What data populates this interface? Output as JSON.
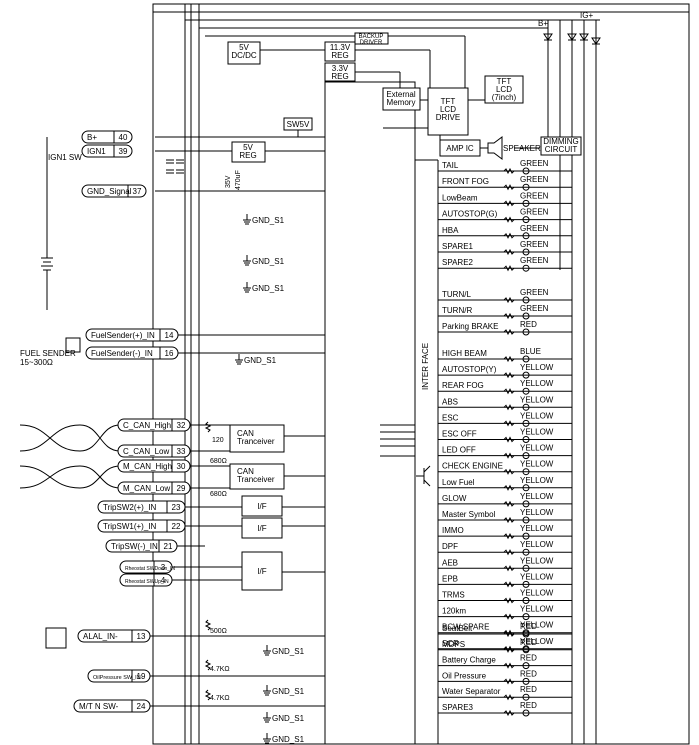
{
  "top": {
    "ig_plus": "IG+",
    "b_plus": "B+"
  },
  "connectors": [
    {
      "label": "B+",
      "pin": "40"
    },
    {
      "label": "IGN1",
      "pin": "39"
    },
    {
      "label": "GND_Signal",
      "pin": "37"
    },
    {
      "label": "FuelSender(+)_IN",
      "pin": "14"
    },
    {
      "label": "FuelSender(-)_IN",
      "pin": "16"
    },
    {
      "label": "C_CAN_High",
      "pin": "32"
    },
    {
      "label": "C_CAN_Low",
      "pin": "33"
    },
    {
      "label": "M_CAN_High",
      "pin": "30"
    },
    {
      "label": "M_CAN_Low",
      "pin": "29"
    },
    {
      "label": "TripSW2(+)_IN",
      "pin": "23"
    },
    {
      "label": "TripSW1(+)_IN",
      "pin": "22"
    },
    {
      "label": "TripSW(-)_IN",
      "pin": "21"
    },
    {
      "label": "Rheostat SWDown_IN",
      "pin": "3"
    },
    {
      "label": "Rheostat SWUp_IN",
      "pin": "4"
    },
    {
      "label": "ALAL_IN-",
      "pin": "13"
    },
    {
      "label": "OilPressure SW_IN-",
      "pin": "19"
    },
    {
      "label": "M/T N SW-",
      "pin": "24"
    }
  ],
  "left_labels": {
    "ign1_sw": "IGN1 SW",
    "fuel_sender": "FUEL SENDER",
    "fuel_range": "15~300Ω"
  },
  "blocks": {
    "dcdc": "5V\nDC/DC",
    "reg113": "11.3V\nREG",
    "reg33": "3.3V\nREG",
    "backup": "BACKUP\nDRIVER",
    "ext_mem": "External\nMemory",
    "tft_drive": "TFT\nLCD\nDRIVE",
    "tft_lcd": "TFT\nLCD\n(7inch)",
    "sw5v": "SW5V",
    "reg5v": "5V\nREG",
    "amp": "AMP IC",
    "speaker": "SPEAKER",
    "dimming": "DIMMING\nCIRCUIT",
    "can1": "CAN\nTranceiver",
    "can2": "CAN\nTranceiver",
    "if1": "I/F",
    "if2": "I/F",
    "if3": "I/F",
    "interface": "INTER FACE"
  },
  "component_labels": {
    "cap_v": "35V",
    "cap_uf": "470uF",
    "r120": "120",
    "r680a": "680Ω",
    "r680b": "680Ω",
    "r500": "500Ω",
    "r47a": "4.7KΩ",
    "r47b": "4.7KΩ"
  },
  "ground_labels": [
    "GND_S1",
    "GND_S1",
    "GND_S1",
    "GND_S1",
    "GND_S1",
    "GND_S1",
    "GND_S1",
    "GND_S1"
  ],
  "indicators": [
    {
      "name": "TAIL",
      "color": "GREEN"
    },
    {
      "name": "FRONT FOG",
      "color": "GREEN"
    },
    {
      "name": "LowBeam",
      "color": "GREEN"
    },
    {
      "name": "AUTOSTOP(G)",
      "color": "GREEN"
    },
    {
      "name": "HBA",
      "color": "GREEN"
    },
    {
      "name": "SPARE1",
      "color": "GREEN"
    },
    {
      "name": "SPARE2",
      "color": "GREEN"
    },
    {
      "name": "TURN/L",
      "color": "GREEN"
    },
    {
      "name": "TURN/R",
      "color": "GREEN"
    },
    {
      "name": "Parking BRAKE",
      "color": "RED"
    },
    {
      "name": "HIGH BEAM",
      "color": "BLUE"
    },
    {
      "name": "AUTOSTOP(Y)",
      "color": "YELLOW"
    },
    {
      "name": "REAR FOG",
      "color": "YELLOW"
    },
    {
      "name": "ABS",
      "color": "YELLOW"
    },
    {
      "name": "ESC",
      "color": "YELLOW"
    },
    {
      "name": "ESC OFF",
      "color": "YELLOW"
    },
    {
      "name": "LED OFF",
      "color": "YELLOW"
    },
    {
      "name": "CHECK ENGINE",
      "color": "YELLOW"
    },
    {
      "name": "Low Fuel",
      "color": "YELLOW"
    },
    {
      "name": "GLOW",
      "color": "YELLOW"
    },
    {
      "name": "Master Symbol",
      "color": "YELLOW"
    },
    {
      "name": "IMMO",
      "color": "YELLOW"
    },
    {
      "name": "DPF",
      "color": "YELLOW"
    },
    {
      "name": "AEB",
      "color": "YELLOW"
    },
    {
      "name": "EPB",
      "color": "YELLOW"
    },
    {
      "name": "TRMS",
      "color": "YELLOW"
    },
    {
      "name": "120km",
      "color": "YELLOW"
    },
    {
      "name": "BCW SPARE",
      "color": "YELLOW"
    },
    {
      "name": "SCR",
      "color": "YELLOW"
    },
    {
      "name": "SeatBelt",
      "color": "RED"
    },
    {
      "name": "MDPS",
      "color": "RED"
    },
    {
      "name": "Battery Charge",
      "color": "RED"
    },
    {
      "name": "Oil Pressure",
      "color": "RED"
    },
    {
      "name": "Water Separator",
      "color": "RED"
    },
    {
      "name": "SPARE3",
      "color": "RED"
    }
  ]
}
